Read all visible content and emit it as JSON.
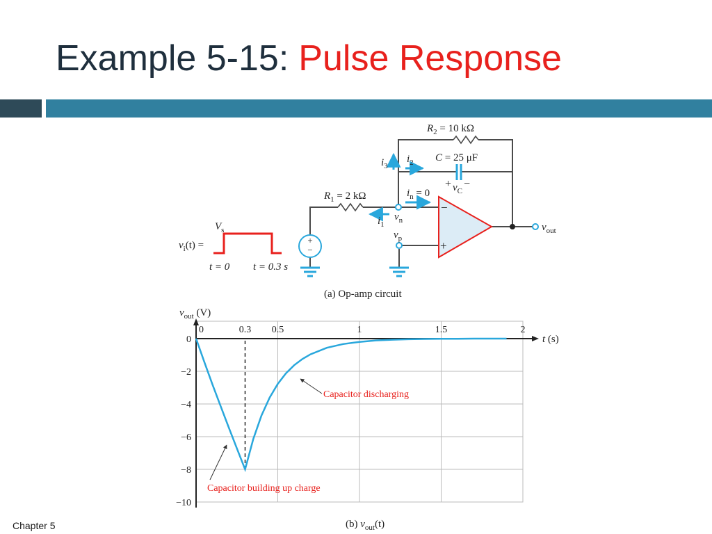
{
  "slide": {
    "title_prefix": "Example 5-15:",
    "title_accent": "Pulse Response",
    "footer": "Chapter 5",
    "colors": {
      "title": "#1f2f3d",
      "accent": "#e8211d",
      "band": "#31809f",
      "band_dark": "#2e4a58",
      "wire": "#4a4a4a",
      "blue": "#29a7dc",
      "red": "#e8211d"
    }
  },
  "circuit": {
    "r2_label": {
      "sym": "R",
      "sub": "2",
      "rest": " = 10 kΩ"
    },
    "c_label": {
      "sym": "C",
      "rest": " = 25 μF"
    },
    "r1_label": {
      "sym": "R",
      "sub": "1",
      "rest": " = 2 kΩ"
    },
    "i3": {
      "sym": "i",
      "sub": "3"
    },
    "i2": {
      "sym": "i",
      "sub": "2"
    },
    "i1": {
      "sym": "i",
      "sub": "1"
    },
    "in_label": {
      "sym": "i",
      "sub": "n",
      "rest": " = 0"
    },
    "vn": {
      "sym": "v",
      "sub": "n"
    },
    "vp": {
      "sym": "v",
      "sub": "p"
    },
    "vc": {
      "sym": "v",
      "sub": "C"
    },
    "vout": {
      "sym": "v",
      "sub": "out"
    },
    "vs": {
      "sym": "V",
      "sub": "s"
    },
    "vi": {
      "pre": "v",
      "sub": "i",
      "rest": "(t) ="
    },
    "cap_plus": "+",
    "cap_minus": "−",
    "source_plus": "+",
    "source_minus": "−",
    "opamp_minus": "−",
    "opamp_plus": "+",
    "t0": "t = 0",
    "t03": "t = 0.3 s",
    "caption": "(a) Op-amp circuit"
  },
  "chart_data": {
    "type": "line",
    "ylabel": {
      "sym": "v",
      "sub": "out",
      "rest": " (V)"
    },
    "xlabel": {
      "sym": "t",
      "rest": " (s)"
    },
    "xlim": [
      0,
      2
    ],
    "ylim": [
      -10,
      0
    ],
    "x_ticks": [
      {
        "v": 0,
        "label": "0"
      },
      {
        "v": 0.3,
        "label": "0.3"
      },
      {
        "v": 0.5,
        "label": "0.5"
      },
      {
        "v": 1,
        "label": "1"
      },
      {
        "v": 1.5,
        "label": "1.5"
      },
      {
        "v": 2,
        "label": "2"
      }
    ],
    "y_ticks": [
      {
        "v": 0,
        "label": "0"
      },
      {
        "v": -2,
        "label": "−2"
      },
      {
        "v": -4,
        "label": "−4"
      },
      {
        "v": -6,
        "label": "−6"
      },
      {
        "v": -8,
        "label": "−8"
      },
      {
        "v": -10,
        "label": "−10"
      }
    ],
    "grid_x": [
      0.5,
      1,
      1.5,
      2
    ],
    "grid_y": [
      -2,
      -4,
      -6,
      -8,
      -10
    ],
    "series": [
      {
        "x": [
          0,
          0.05,
          0.1,
          0.15,
          0.2,
          0.25,
          0.3,
          0.35,
          0.4,
          0.45,
          0.5,
          0.55,
          0.6,
          0.65,
          0.7,
          0.8,
          0.9,
          1.0,
          1.1,
          1.2,
          1.3,
          1.4,
          1.5,
          1.6,
          1.7,
          1.8,
          1.9
        ],
        "y": [
          0,
          -1.42,
          -2.8,
          -4.13,
          -5.44,
          -6.73,
          -8.0,
          -6.14,
          -4.71,
          -3.61,
          -2.77,
          -2.12,
          -1.63,
          -1.25,
          -0.96,
          -0.56,
          -0.33,
          -0.2,
          -0.11,
          -0.07,
          -0.04,
          -0.02,
          -0.01,
          -0.01,
          0,
          0,
          0
        ]
      }
    ],
    "marker_line": {
      "x": 0.3
    },
    "annotations": [
      {
        "text": "Capacitor discharging"
      },
      {
        "text": "Capacitor building up charge"
      }
    ],
    "caption": {
      "pre": "(b) ",
      "sym": "v",
      "sub": "out",
      "rest": "(t)"
    }
  }
}
